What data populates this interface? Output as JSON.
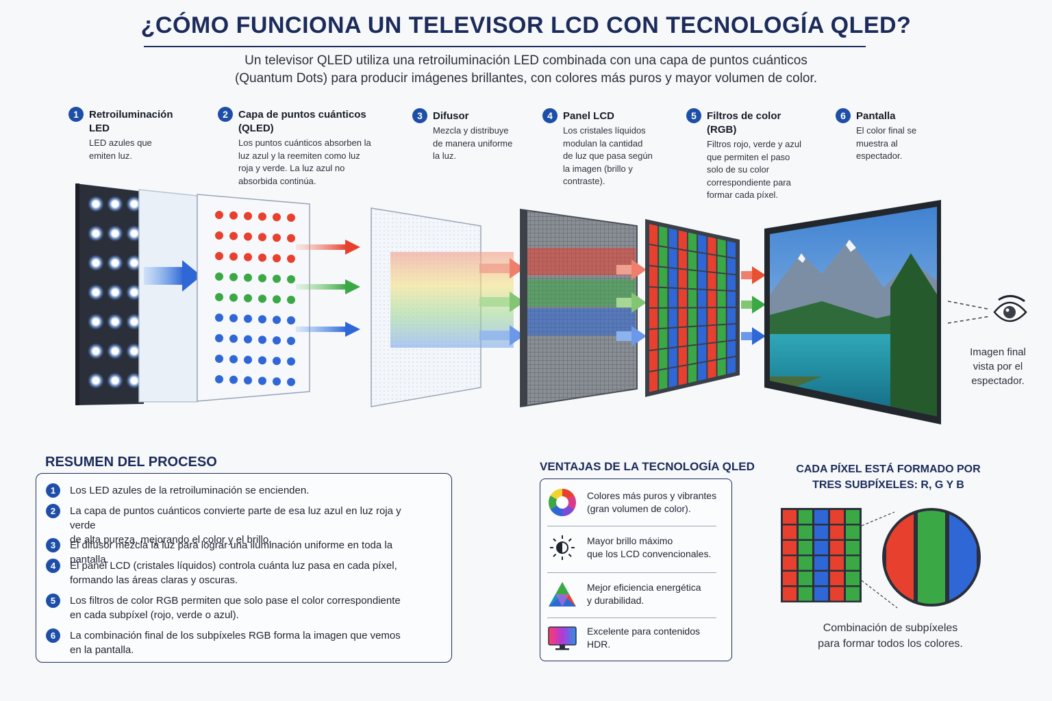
{
  "title": "¿CÓMO FUNCIONA UN TELEVISOR LCD CON TECNOLOGÍA QLED?",
  "intro": {
    "line1": "Un televisor QLED utiliza una retroiluminación LED combinada con una capa de puntos cuánticos",
    "line2": "(Quantum Dots) para producir imágenes brillantes, con colores más puros y mayor volumen de color."
  },
  "steps": [
    {
      "num": "1",
      "title_lines": [
        "Retroiluminación",
        "LED"
      ],
      "desc_lines": [
        "LED azules que",
        "emiten luz."
      ]
    },
    {
      "num": "2",
      "title_lines": [
        "Capa de puntos cuánticos",
        "(QLED)"
      ],
      "desc_lines": [
        "Los puntos cuánticos absorben la",
        "luz azul y la reemiten como luz",
        "roja y verde. La luz azul no",
        "absorbida continúa."
      ]
    },
    {
      "num": "3",
      "title_lines": [
        "Difusor"
      ],
      "desc_lines": [
        "Mezcla y distribuye",
        "de manera uniforme",
        "la luz."
      ]
    },
    {
      "num": "4",
      "title_lines": [
        "Panel LCD"
      ],
      "desc_lines": [
        "Los cristales líquidos",
        "modulan la cantidad",
        "de luz que pasa según",
        "la imagen (brillo y",
        "contraste)."
      ]
    },
    {
      "num": "5",
      "title_lines": [
        "Filtros de color",
        "(RGB)"
      ],
      "desc_lines": [
        "Filtros rojo, verde y azul",
        "que permiten el paso",
        "solo de su color",
        "correspondiente para",
        "formar cada píxel."
      ]
    },
    {
      "num": "6",
      "title_lines": [
        "Pantalla"
      ],
      "desc_lines": [
        "El color final se",
        "muestra al",
        "espectador."
      ]
    }
  ],
  "eye_label_lines": [
    "Imagen final",
    "vista por el",
    "espectador."
  ],
  "summary": {
    "title": "RESUMEN DEL PROCESO",
    "items": [
      {
        "num": "1",
        "lines": [
          "Los LED azules de la retroiluminación se encienden."
        ]
      },
      {
        "num": "2",
        "lines": [
          "La capa de puntos cuánticos convierte parte de esa luz azul en luz roja y verde",
          "de alta pureza, mejorando el color y el brillo."
        ]
      },
      {
        "num": "3",
        "lines": [
          "El difusor mezcla la luz para lograr una iluminación uniforme en toda la pantalla."
        ]
      },
      {
        "num": "4",
        "lines": [
          "El panel LCD (cristales líquidos) controla cuánta luz pasa en cada píxel,",
          "formando las áreas claras y oscuras."
        ]
      },
      {
        "num": "5",
        "lines": [
          "Los filtros de color RGB permiten que solo pase el color correspondiente",
          "en cada subpíxel (rojo, verde o azul)."
        ]
      },
      {
        "num": "6",
        "lines": [
          "La combinación final de los subpíxeles RGB forma la imagen que vemos",
          "en la pantalla."
        ]
      }
    ]
  },
  "advantages": {
    "title": "VENTAJAS DE LA TECNOLOGÍA QLED",
    "items": [
      {
        "icon": "color-wheel-icon",
        "lines": [
          "Colores más puros y vibrantes",
          "(gran volumen de color)."
        ]
      },
      {
        "icon": "sun-brightness-icon",
        "lines": [
          "Mayor brillo máximo",
          "que los LCD convencionales."
        ]
      },
      {
        "icon": "rgb-triangle-icon",
        "lines": [
          "Mejor eficiencia energética",
          "y durabilidad."
        ]
      },
      {
        "icon": "hdr-monitor-icon",
        "lines": [
          "Excelente para contenidos HDR."
        ]
      }
    ]
  },
  "pixel": {
    "title_lines": [
      "CADA PÍXEL ESTÁ FORMADO POR",
      "TRES SUBPÍXELES: R, G Y B"
    ],
    "caption_lines": [
      "Combinación de subpíxeles",
      "para formar todos los colores."
    ]
  },
  "colors": {
    "navy": "#1b2b5a",
    "badge": "#1e4fa8",
    "red": "#e8402f",
    "green": "#3aa845",
    "blue": "#2f67d6"
  }
}
